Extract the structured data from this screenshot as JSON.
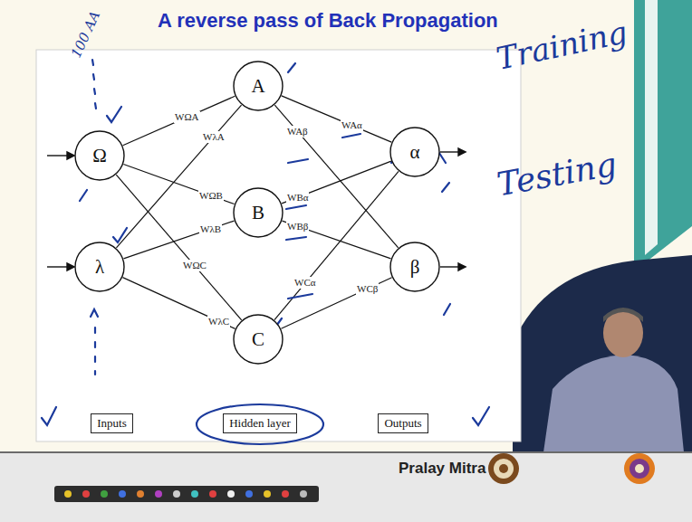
{
  "diagram": {
    "title": "A reverse pass of Back Propagation",
    "nodes": [
      {
        "text": [
          "Ω"
        ]
      },
      {
        "text": [
          "λ"
        ]
      },
      {
        "text": [
          "A"
        ]
      },
      {
        "text": [
          "B"
        ]
      },
      {
        "text": [
          "C"
        ]
      },
      {
        "text": [
          "α"
        ]
      },
      {
        "text": [
          "β"
        ]
      },
      {
        "text": [
          "Inputs"
        ]
      },
      {
        "text": [
          "Hidden layer"
        ]
      },
      {
        "text": [
          "Outputs"
        ]
      }
    ],
    "edges": [
      {
        "from": 0,
        "to": 2,
        "arrow": "none",
        "label": "WΩA"
      },
      {
        "from": 1,
        "to": 2,
        "arrow": "none",
        "label": "WλA"
      },
      {
        "from": 0,
        "to": 3,
        "arrow": "none",
        "label": "WΩB"
      },
      {
        "from": 1,
        "to": 3,
        "arrow": "none",
        "label": "WλB"
      },
      {
        "from": 0,
        "to": 4,
        "arrow": "none",
        "label": "WΩC"
      },
      {
        "from": 1,
        "to": 4,
        "arrow": "none",
        "label": "WλC"
      },
      {
        "from": 2,
        "to": 5,
        "arrow": "none",
        "label": "WAα"
      },
      {
        "from": 2,
        "to": 6,
        "arrow": "none",
        "label": "WAβ"
      },
      {
        "from": 3,
        "to": 5,
        "arrow": "none",
        "label": "WBα"
      },
      {
        "from": 3,
        "to": 6,
        "arrow": "none",
        "label": "WBβ"
      },
      {
        "from": 4,
        "to": 5,
        "arrow": "none",
        "label": "WCα"
      },
      {
        "from": 4,
        "to": 6,
        "arrow": "none",
        "label": "WCβ"
      }
    ],
    "labels": [
      "100 AA",
      "Training",
      "Testing",
      "Pralay Mitra"
    ]
  }
}
